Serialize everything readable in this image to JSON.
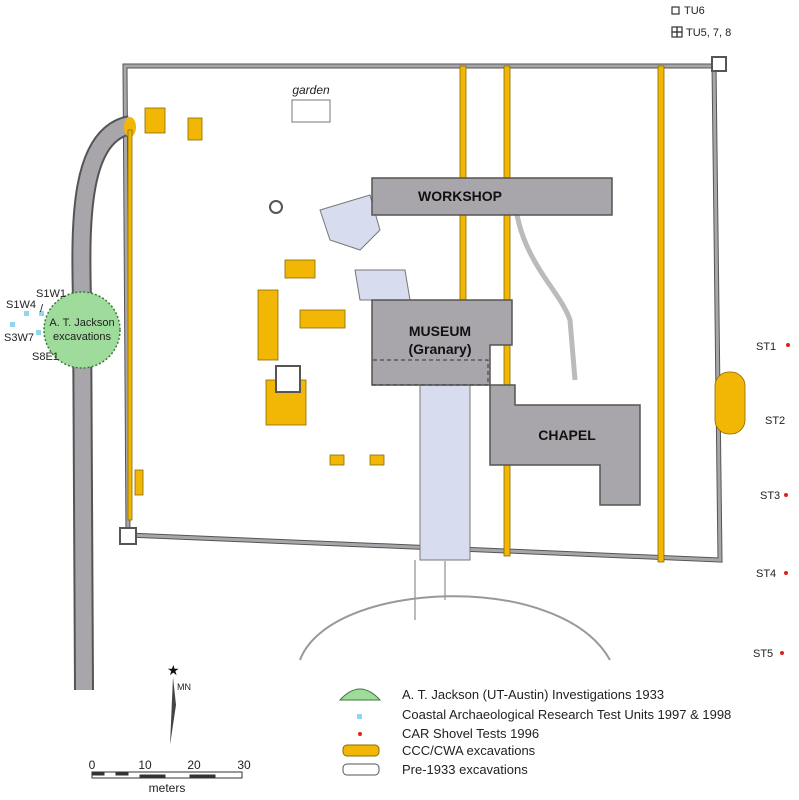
{
  "map": {
    "buildings": {
      "workshop": "WORKSHOP",
      "museum_line1": "MUSEUM",
      "museum_line2": "(Granary)",
      "chapel": "CHAPEL"
    },
    "garden": "garden",
    "jackson_excavation_line1": "A. T. Jackson",
    "jackson_excavation_line2": "excavations",
    "test_units": [
      {
        "label": "S1W1"
      },
      {
        "label": "S1W4"
      },
      {
        "label": "S3W7"
      },
      {
        "label": "S8E1"
      }
    ],
    "top_units": [
      {
        "label": "TU6"
      },
      {
        "label": "TU5, 7, 8"
      }
    ],
    "shovel_tests": [
      {
        "label": "ST1"
      },
      {
        "label": "ST2"
      },
      {
        "label": "ST3"
      },
      {
        "label": "ST4"
      },
      {
        "label": "ST5"
      }
    ],
    "north_arrow": "MN",
    "scale": {
      "ticks": [
        "0",
        "10",
        "20",
        "30"
      ],
      "unit": "meters"
    }
  },
  "legend": {
    "items": [
      {
        "label": "A. T. Jackson (UT-Austin) Investigations 1933"
      },
      {
        "label": "Coastal Archaeological Research Test Units 1997 & 1998"
      },
      {
        "label": "CAR Shovel Tests 1996"
      },
      {
        "label": "CCC/CWA excavations"
      },
      {
        "label": "Pre-1933 excavations"
      }
    ]
  },
  "colors": {
    "wall": "#a9a6ab",
    "ccc": "#f2b705",
    "pre1933": "#d7dcef",
    "jackson": "#9fdc9c",
    "test_unit": "#8fd8e8",
    "shovel": "#e0201a"
  }
}
